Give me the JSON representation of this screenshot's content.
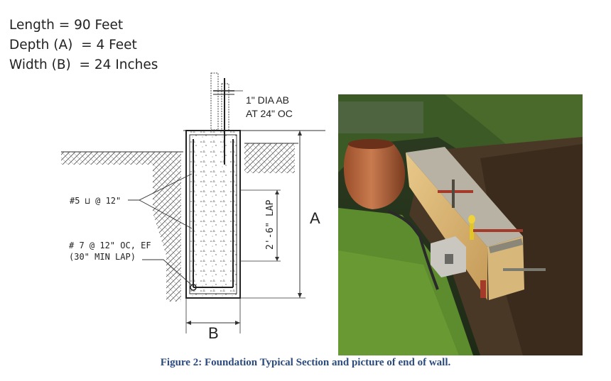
{
  "dimensions": [
    {
      "label": "Length = 90 Feet"
    },
    {
      "label": "Depth (A)  = 4 Feet"
    },
    {
      "label": "Width (B)  = 24 Inches"
    }
  ],
  "diagram": {
    "anchor_bolt": "1\" DIA AB",
    "anchor_spacing": "AT 24\" OC",
    "stirrup_label": "#5 ⊔ @ 12\"",
    "rebar_label_1": "# 7 @ 12\" OC, EF",
    "rebar_label_2": "(30\" MIN LAP)",
    "lap_label": "2'-6\" LAP",
    "depth_label": "A",
    "width_label": "B"
  },
  "caption": "Figure 2: Foundation Typical Section and picture of end of wall."
}
